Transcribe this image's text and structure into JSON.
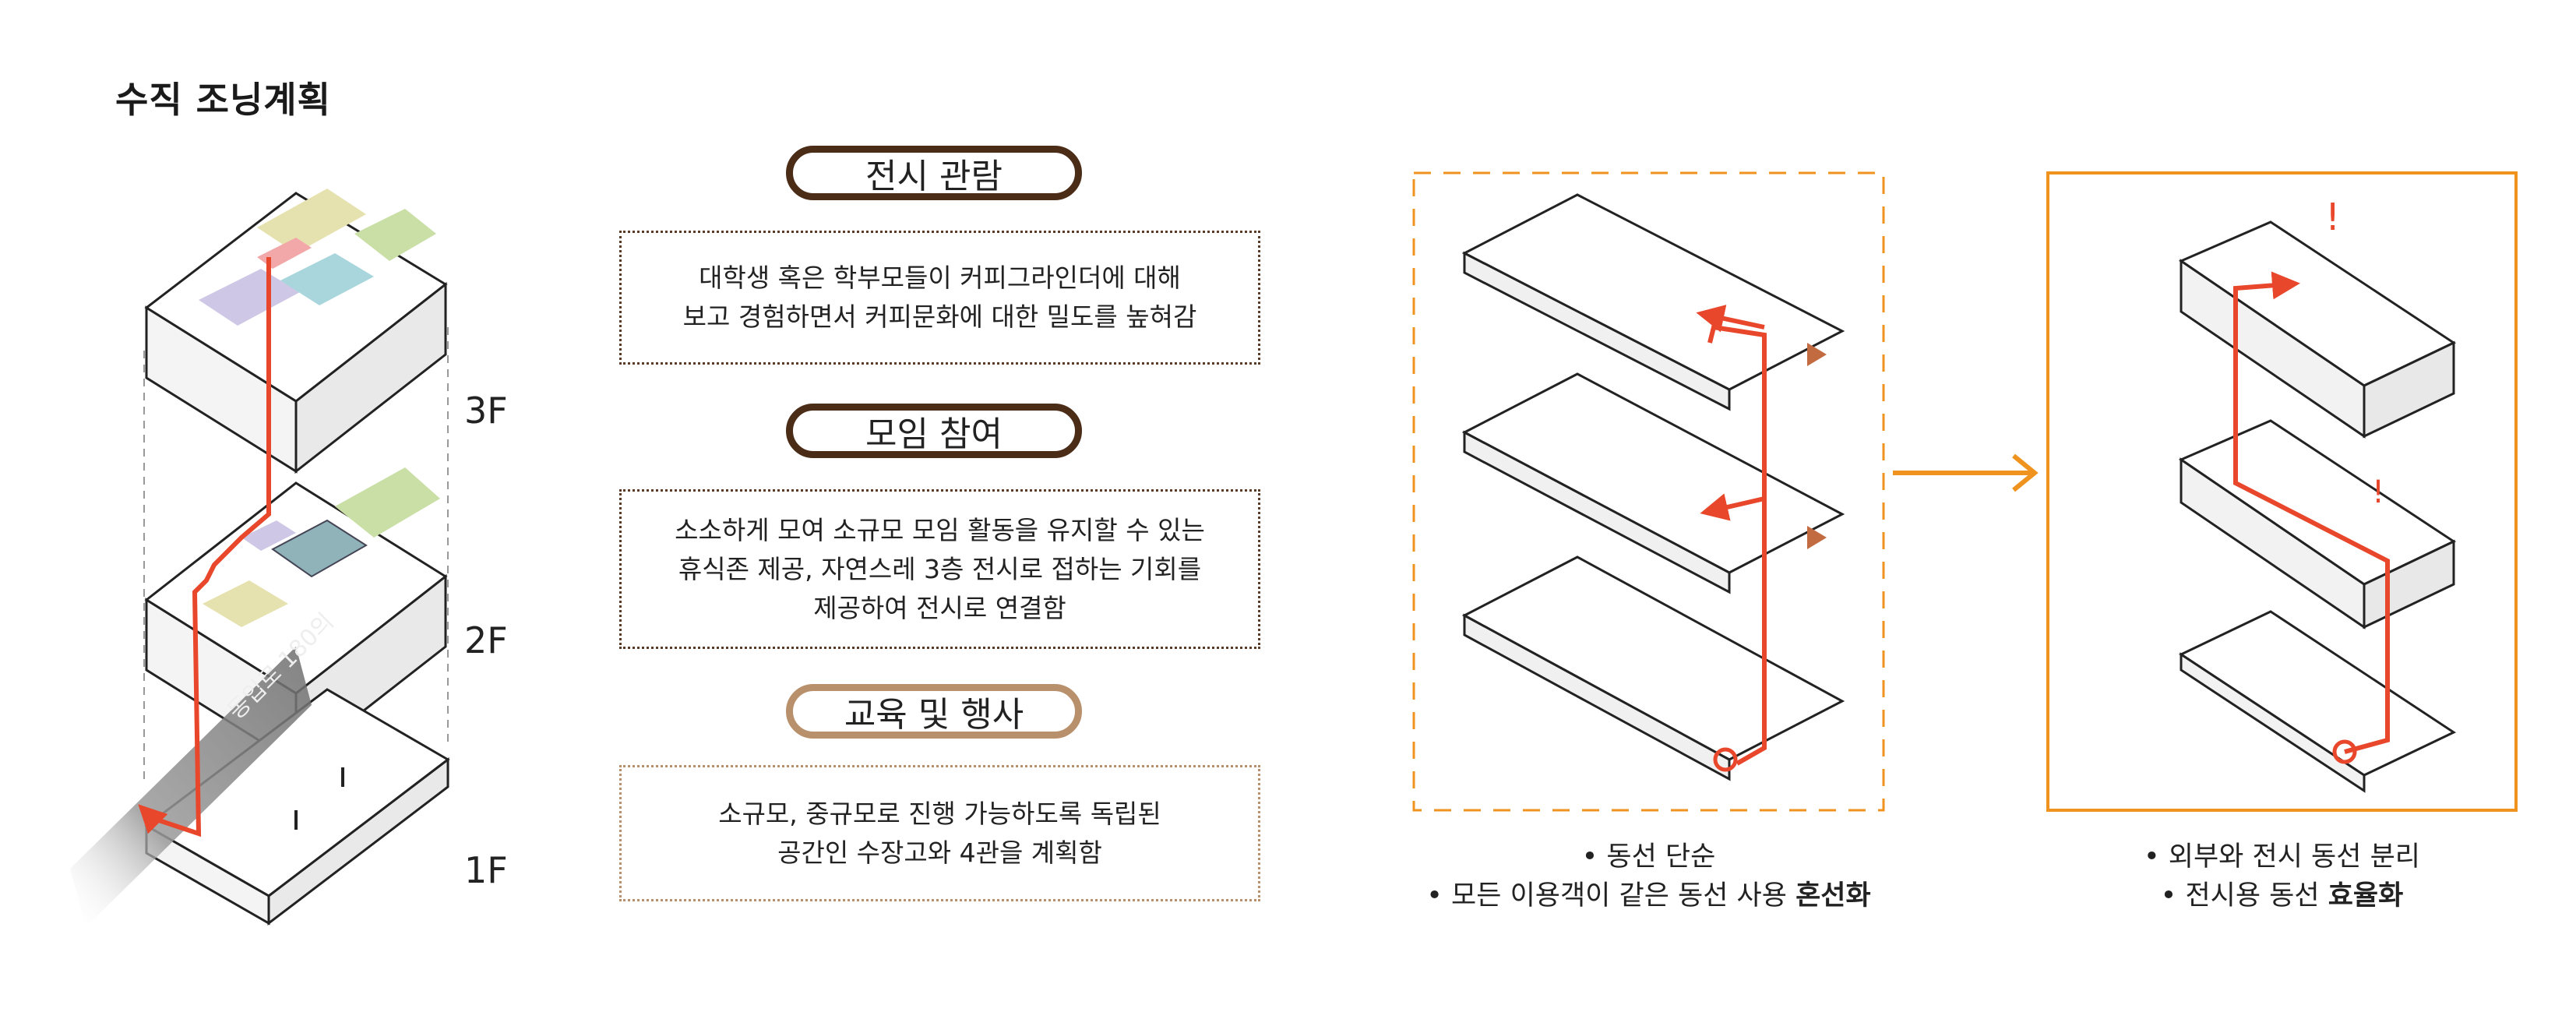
{
  "title": "수직 조닝계획",
  "floors": [
    "3F",
    "2F",
    "1F"
  ],
  "entrance_label": "동입로 180의",
  "programs": [
    {
      "label": "전시 관람",
      "lines": [
        "대학생 혹은 학부모들이 커피그라인더에 대해",
        "보고 경험하면서 커피문화에 대한 밀도를 높혀감"
      ]
    },
    {
      "label": "모임 참여",
      "lines": [
        "소소하게 모여 소규모 모임 활동을 유지할 수 있는",
        "휴식존 제공, 자연스레 3층 전시로 접하는 기회를",
        "제공하여 전시로 연결함"
      ]
    },
    {
      "label": "교육 및 행사",
      "lines": [
        "소규모, 중규모로 진행 가능하도록  독립된",
        "공간인 수장고와 4관을 계획함"
      ]
    }
  ],
  "before": {
    "line1": "• 동선 단순",
    "line2_prefix": "• 모든 이용객이 같은 동선 사용 ",
    "line2_bold": "혼선화"
  },
  "after": {
    "line1": "• 외부와 전시 동선 분리",
    "line2_prefix": "• 전시용 동선 ",
    "line2_bold": "효율화"
  },
  "icons": [
    "route-arrow-icon",
    "transition-arrow-icon",
    "alert-exclamation-icon"
  ],
  "colors": {
    "route": "#e8472b",
    "accent_orange": "#f0931e",
    "pill_dark": "#4a2c17",
    "pill_light": "#b8906b"
  }
}
